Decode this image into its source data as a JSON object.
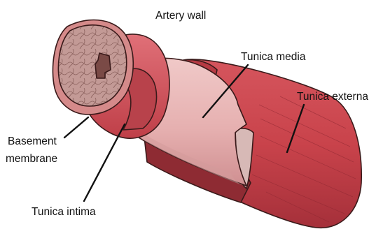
{
  "diagram": {
    "labels": {
      "artery_wall": "Artery wall",
      "tunica_media": "Tunica media",
      "tunica_externa": "Tunica externa",
      "basement_line1": "Basement",
      "basement_line2": "membrane",
      "tunica_intima": "Tunica intima"
    },
    "colors": {
      "externa_fill": "#c9434b",
      "externa_dark": "#a9313a",
      "media_fill": "#e8b3b2",
      "media_shade": "#d48d8f",
      "intima_ring": "#d4565d",
      "lumen_fill": "#b58a86",
      "lumen_cell": "#d9b8b2",
      "outline": "#3a1a1a",
      "leader": "#111111"
    }
  }
}
